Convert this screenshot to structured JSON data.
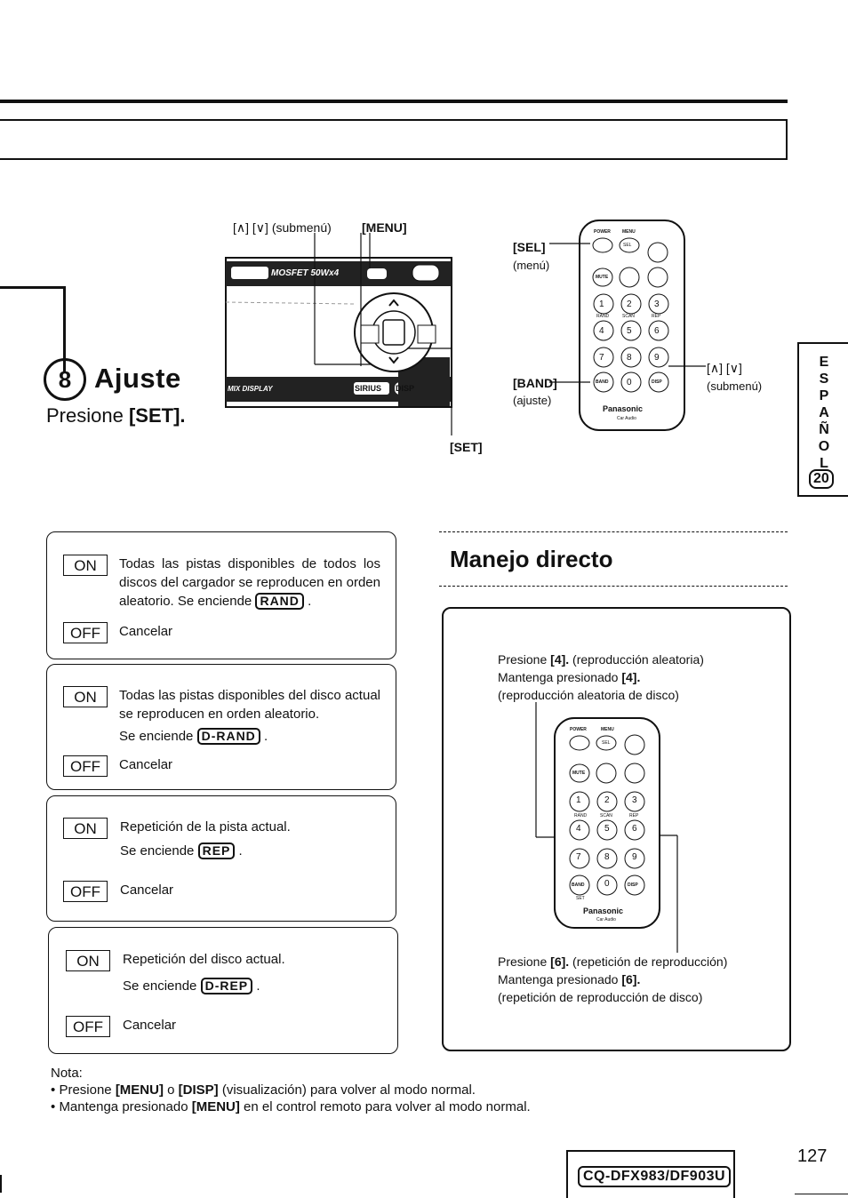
{
  "step": {
    "number": "8",
    "title": "Ajuste",
    "instruction_prefix": "Presione ",
    "instruction_key": "[SET]."
  },
  "display_labels": {
    "updown_key": "[∧] [∨]",
    "updown_desc": "(submenú)",
    "menu_key": "[MENU]",
    "set_key": "[SET]",
    "display_strip": "MIX DISPLAY",
    "display_title": "MOSFET 50Wx4",
    "sirius": "SIRIUS",
    "disp": "DISP"
  },
  "remote_top_labels": {
    "sel_key": "[SEL]",
    "sel_desc": "(menú)",
    "band_key": "[BAND]",
    "band_desc": "(ajuste)",
    "updown_key": "[∧] [∨]",
    "updown_desc": "(submenú)"
  },
  "remote": {
    "power": "POWER",
    "menu": "MENU",
    "sel": "SEL",
    "mute": "MUTE",
    "mute_sel": "MUTE SEL",
    "rand": "RAND",
    "scan": "SCAN",
    "rep": "REP",
    "band": "BAND",
    "disp": "DISP",
    "set": "SET",
    "brand": "Panasonic",
    "brand_sub": "Car Audio",
    "digits": [
      "1",
      "2",
      "3",
      "4",
      "5",
      "6",
      "7",
      "8",
      "9",
      "0"
    ]
  },
  "side_tab": {
    "letters": [
      "E",
      "S",
      "P",
      "A",
      "Ñ",
      "O",
      "L"
    ],
    "number": "20"
  },
  "options": [
    {
      "on_label": "ON",
      "on_text": "Todas las pistas disponibles de todos los discos del cargador se reproducen en orden aleatorio. Se enciende",
      "indicator": "RAND",
      "on_suffix": ".",
      "off_label": "OFF",
      "off_text": "Cancelar"
    },
    {
      "on_label": "ON",
      "on_text": "Todas las pistas disponibles del disco actual se reproducen en orden aleatorio.",
      "on_text2": "Se enciende",
      "indicator": "D-RAND",
      "on_suffix": ".",
      "off_label": "OFF",
      "off_text": "Cancelar"
    },
    {
      "on_label": "ON",
      "on_text": "Repetición de la pista actual.",
      "on_text2": "Se enciende",
      "indicator": "REP",
      "on_suffix": ".",
      "off_label": "OFF",
      "off_text": "Cancelar"
    },
    {
      "on_label": "ON",
      "on_text": "Repetición del disco actual.",
      "on_text2": "Se enciende",
      "indicator": "D-REP",
      "on_suffix": ".",
      "off_label": "OFF",
      "off_text": "Cancelar"
    }
  ],
  "direct": {
    "title": "Manejo directo",
    "line1_prefix": "Presione ",
    "line1_key": "[4].",
    "line1_suffix": " (reproducción aleatoria)",
    "line2_prefix": "Mantenga presionado ",
    "line2_key": "[4].",
    "line3": "(reproducción aleatoria de disco)",
    "line4_prefix": "Presione ",
    "line4_key": "[6].",
    "line4_suffix": " (repetición de reproducción)",
    "line5_prefix": "Mantenga presionado ",
    "line5_key": "[6].",
    "line6": "(repetición de reproducción de disco)"
  },
  "nota": {
    "label": "Nota:",
    "b1_prefix": "Presione ",
    "b1_key1": "[MENU]",
    "b1_mid": " o ",
    "b1_key2": "[DISP]",
    "b1_suffix": " (visualización) para volver al modo normal.",
    "b2_prefix": "Mantenga presionado ",
    "b2_key": "[MENU]",
    "b2_suffix": " en el control remoto para volver al modo normal."
  },
  "footer": {
    "model": "CQ-DFX983/DF903U",
    "page": "127"
  }
}
